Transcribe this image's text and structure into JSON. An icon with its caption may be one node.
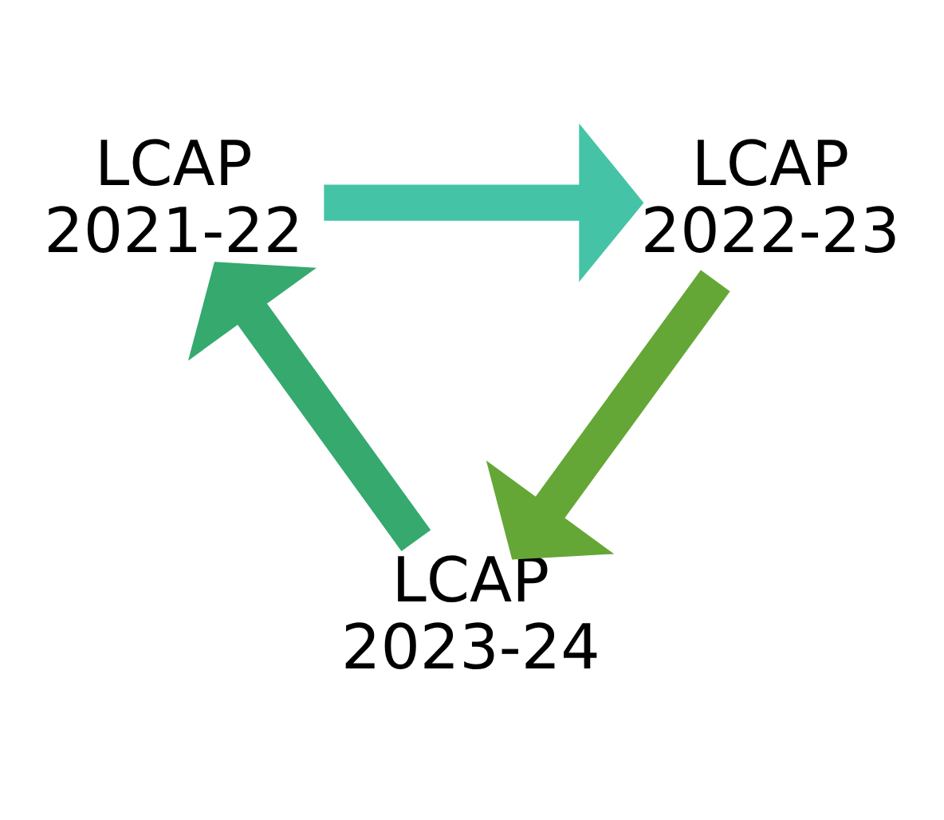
{
  "diagram": {
    "nodes": [
      {
        "text": [
          "LCAP 2021-22"
        ]
      },
      {
        "text": [
          "LCAP 2022-23"
        ]
      },
      {
        "text": [
          "LCAP 2023-24"
        ]
      }
    ],
    "edges": [
      {
        "from": 0,
        "to": 1,
        "arrow": "to",
        "color": "#45c3a6"
      },
      {
        "from": 1,
        "to": 2,
        "arrow": "to",
        "color": "#65a736"
      },
      {
        "from": 2,
        "to": 0,
        "arrow": "to",
        "color": "#35a96e"
      }
    ]
  }
}
